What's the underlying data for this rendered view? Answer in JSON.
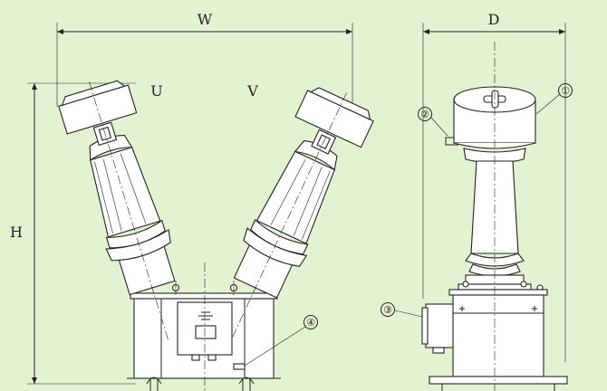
{
  "dimensions": {
    "width_label": "W",
    "height_label": "H",
    "depth_label": "D"
  },
  "phases": {
    "u_label": "U",
    "v_label": "V"
  },
  "callouts": [
    {
      "mark": "①"
    },
    {
      "mark": "②"
    },
    {
      "mark": "③"
    },
    {
      "mark": "④"
    }
  ],
  "colors": {
    "background": "#e3f2d1",
    "line": "#222222",
    "fill": "#ffffff"
  }
}
